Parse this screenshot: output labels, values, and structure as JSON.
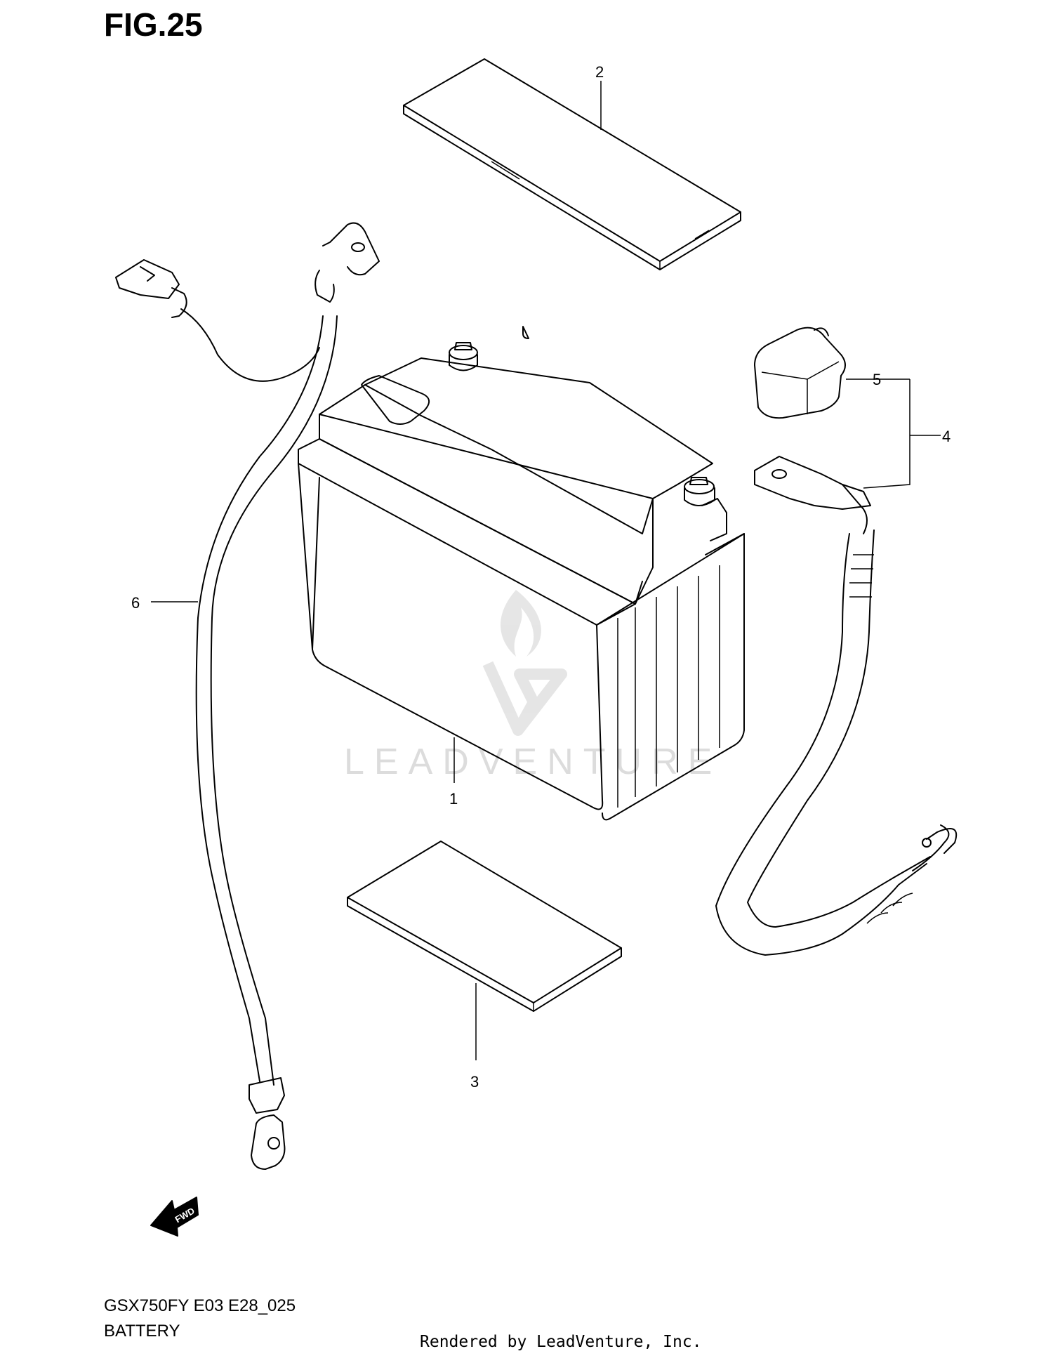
{
  "figure": {
    "title": "FIG.25",
    "model_code": "GSX750FY E03 E28_025",
    "section_name": "BATTERY",
    "render_credit": "Rendered by LeadVenture, Inc."
  },
  "watermark": {
    "text": "LEADVENTURE",
    "color": "#dcdcdc"
  },
  "callouts": [
    {
      "label": "1",
      "part": "battery"
    },
    {
      "label": "2",
      "part": "top-pad"
    },
    {
      "label": "3",
      "part": "bottom-pad"
    },
    {
      "label": "4",
      "part": "positive-cable-assembly"
    },
    {
      "label": "5",
      "part": "terminal-cover"
    },
    {
      "label": "6",
      "part": "negative-cable"
    }
  ],
  "fwd_arrow": {
    "text": "FWD"
  }
}
